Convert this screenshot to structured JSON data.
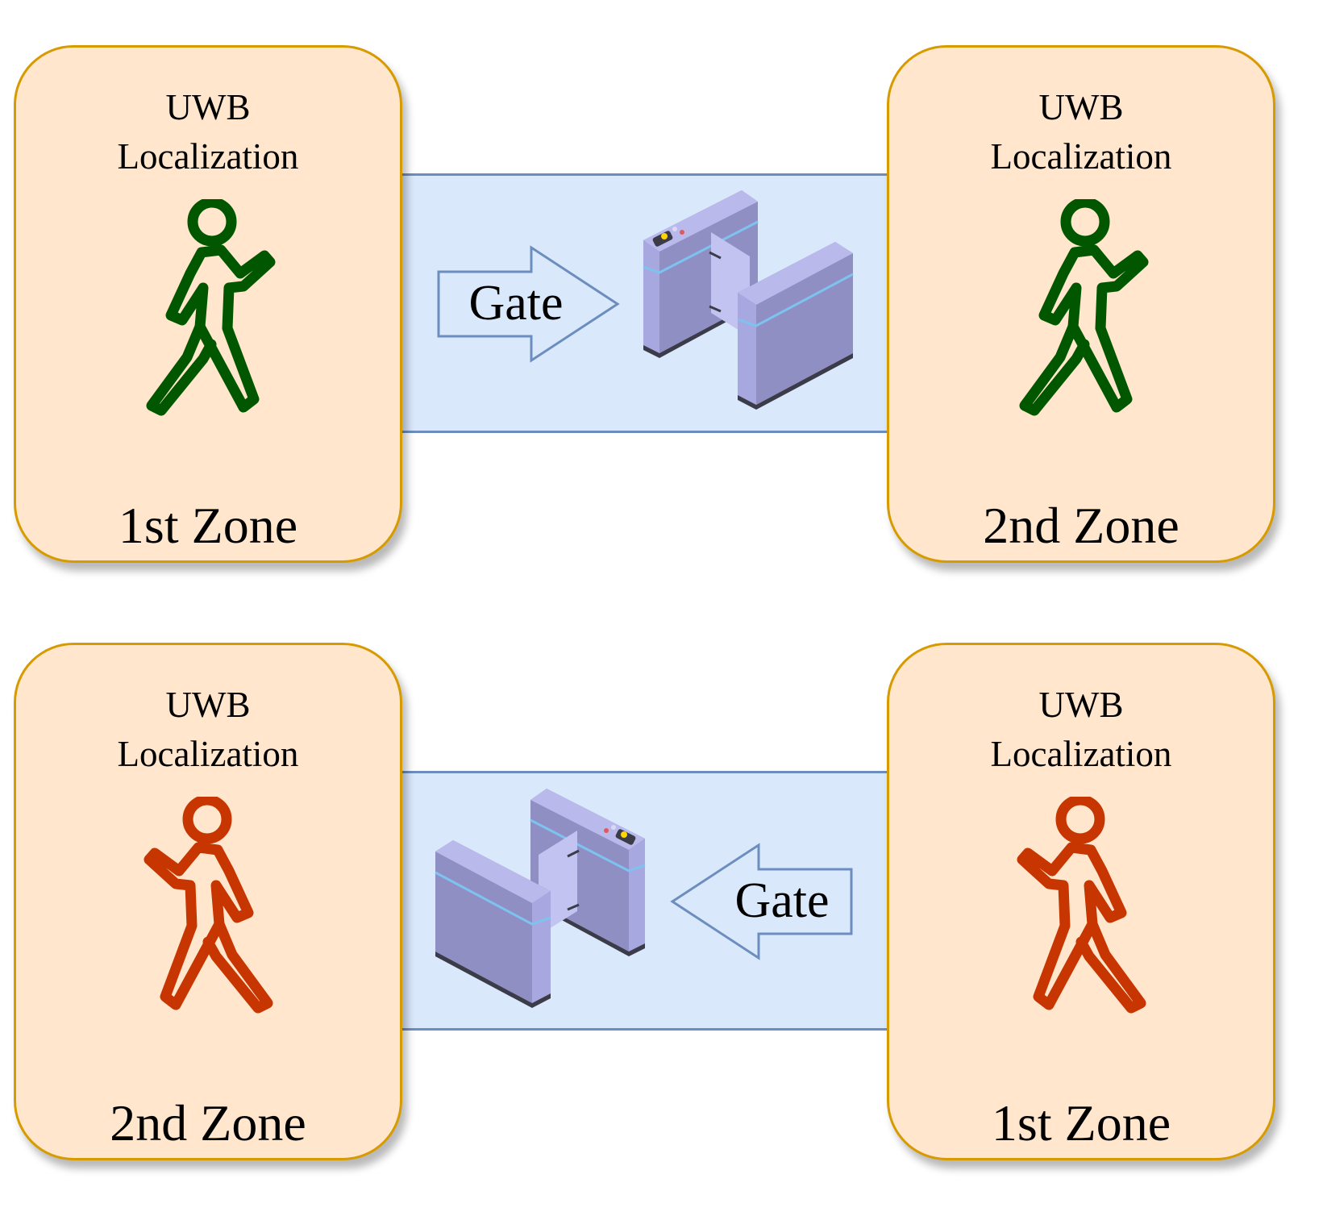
{
  "colors": {
    "zone_fill": "#ffe6cc",
    "zone_border": "#d79b00",
    "band_fill": "#dae8fc",
    "band_border": "#6c8ebf",
    "person_top": "#005700",
    "person_bottom": "#c73500",
    "gate_body": "#9a9ad6"
  },
  "top_row": {
    "left_zone": {
      "title_line1": "UWB",
      "title_line2": "Localization",
      "zone": "1st Zone",
      "icon": "walking-person-icon"
    },
    "right_zone": {
      "title_line1": "UWB",
      "title_line2": "Localization",
      "zone": "2nd Zone",
      "icon": "walking-person-icon"
    },
    "arrow": {
      "label": "Gate",
      "direction": "right"
    },
    "gate": {
      "icon": "turnstile-gate-icon"
    }
  },
  "bottom_row": {
    "left_zone": {
      "title_line1": "UWB",
      "title_line2": "Localization",
      "zone": "2nd Zone",
      "icon": "walking-person-icon"
    },
    "right_zone": {
      "title_line1": "UWB",
      "title_line2": "Localization",
      "zone": "1st Zone",
      "icon": "walking-person-icon"
    },
    "arrow": {
      "label": "Gate",
      "direction": "left"
    },
    "gate": {
      "icon": "turnstile-gate-icon"
    }
  }
}
